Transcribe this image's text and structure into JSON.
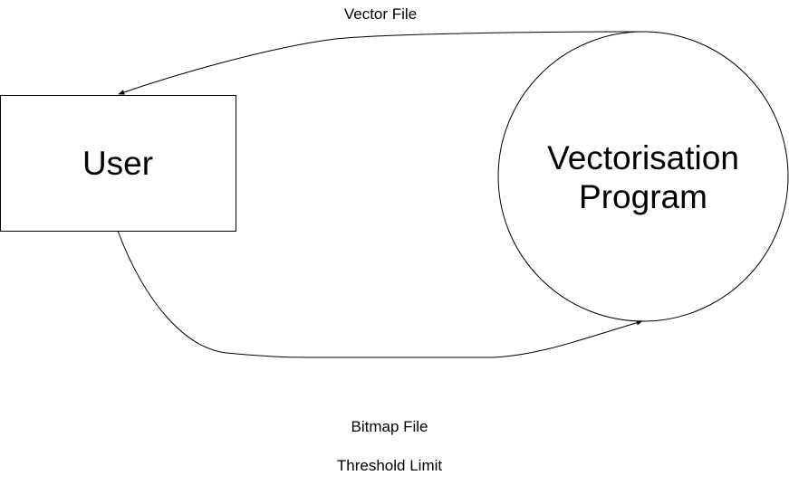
{
  "nodes": {
    "user": {
      "label": "User",
      "shape": "rectangle"
    },
    "program": {
      "label_line1": "Vectorisation",
      "label_line2": "Program",
      "shape": "circle"
    }
  },
  "edges": {
    "program_to_user": {
      "from": "Vectorisation Program",
      "to": "User",
      "label": "Vector File"
    },
    "user_to_program": {
      "from": "User",
      "to": "Vectorisation Program",
      "label_line1": "Bitmap File",
      "label_line2": "Threshold Limit"
    }
  },
  "colors": {
    "stroke": "#000000",
    "fill": "#ffffff",
    "text": "#000000"
  }
}
